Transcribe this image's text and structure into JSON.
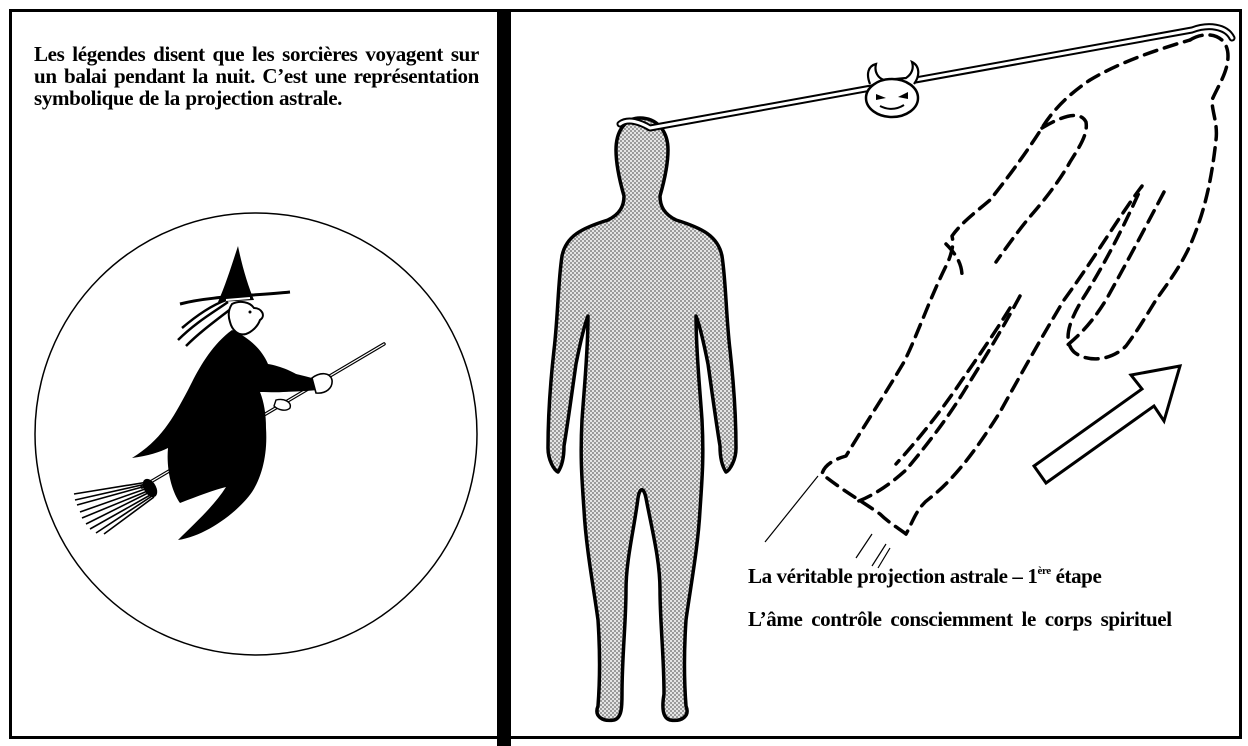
{
  "left_panel": {
    "legend_text": "Les légendes disent que les sorcières voyagent sur un balai pendant la nuit. C’est une représentation symbolique de la projection astrale."
  },
  "right_panel": {
    "caption_title_main": "La véritable projection astrale – 1",
    "caption_title_sup": "ère",
    "caption_title_end": " étape",
    "caption_body": "L’âme contrôle consciemment le corps spirituel"
  },
  "colors": {
    "ink": "#000000",
    "stipple_fill": "#b9b9b9",
    "paper": "#ffffff"
  },
  "icons": [
    "witch-on-broom-icon",
    "devil-face-icon",
    "direction-arrow-icon"
  ]
}
